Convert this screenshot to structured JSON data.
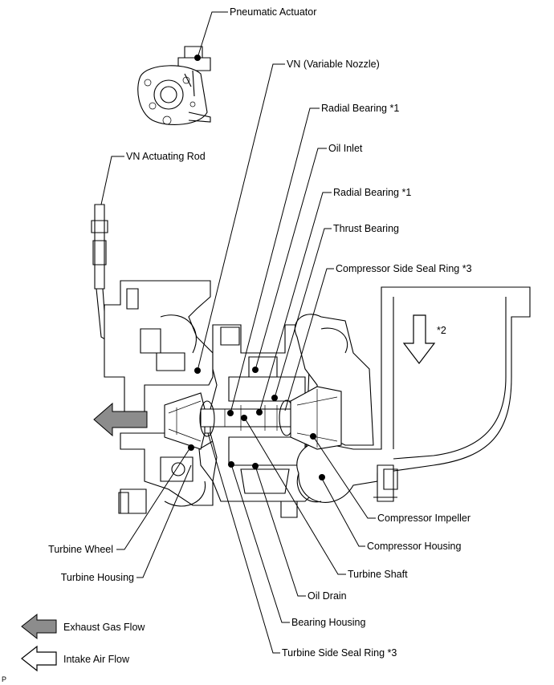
{
  "labels": {
    "pneumatic_actuator": "Pneumatic Actuator",
    "vn_variable_nozzle": "VN (Variable Nozzle)",
    "radial_bearing_1": "Radial Bearing *1",
    "oil_inlet": "Oil Inlet",
    "radial_bearing_2": "Radial Bearing *1",
    "thrust_bearing": "Thrust Bearing",
    "compressor_side_seal_ring": "Compressor Side Seal Ring *3",
    "vn_actuating_rod": "VN Actuating Rod",
    "note_2": "*2",
    "turbine_wheel": "Turbine Wheel",
    "turbine_housing": "Turbine Housing",
    "compressor_impeller": "Compressor Impeller",
    "compressor_housing": "Compressor Housing",
    "turbine_shaft": "Turbine Shaft",
    "oil_drain": "Oil Drain",
    "bearing_housing": "Bearing Housing",
    "turbine_side_seal_ring": "Turbine Side Seal Ring *3"
  },
  "legend": {
    "exhaust_gas_flow": "Exhaust Gas Flow",
    "intake_air_flow": "Intake Air Flow"
  },
  "corner_mark": "P",
  "colors": {
    "exhaust_arrow": "#8c8c8c",
    "intake_arrow": "#ffffff",
    "line": "#000000"
  }
}
